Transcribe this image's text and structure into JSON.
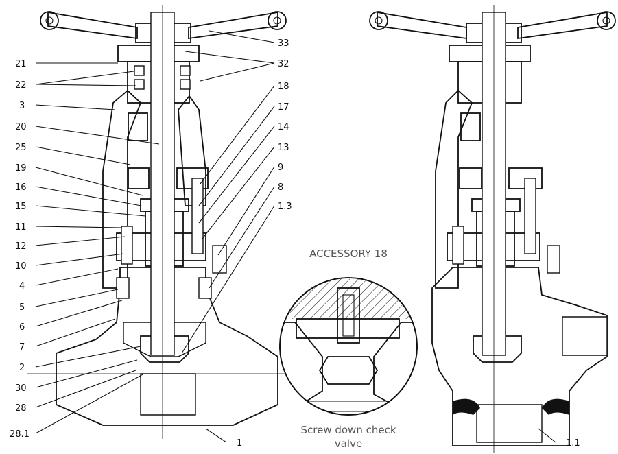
{
  "left_labels": [
    "21",
    "22",
    "3",
    "20",
    "25",
    "19",
    "16",
    "15",
    "11",
    "12",
    "10",
    "4",
    "5",
    "6",
    "7",
    "2",
    "30",
    "28",
    "28.1"
  ],
  "right_labels": [
    "33",
    "32",
    "18",
    "17",
    "14",
    "13",
    "9",
    "8",
    "1.3"
  ],
  "bottom_labels": [
    "1",
    "1.1"
  ],
  "accessory_title": "ACCESSORY 18",
  "caption_line1": "Screw down check",
  "caption_line2": "valve"
}
